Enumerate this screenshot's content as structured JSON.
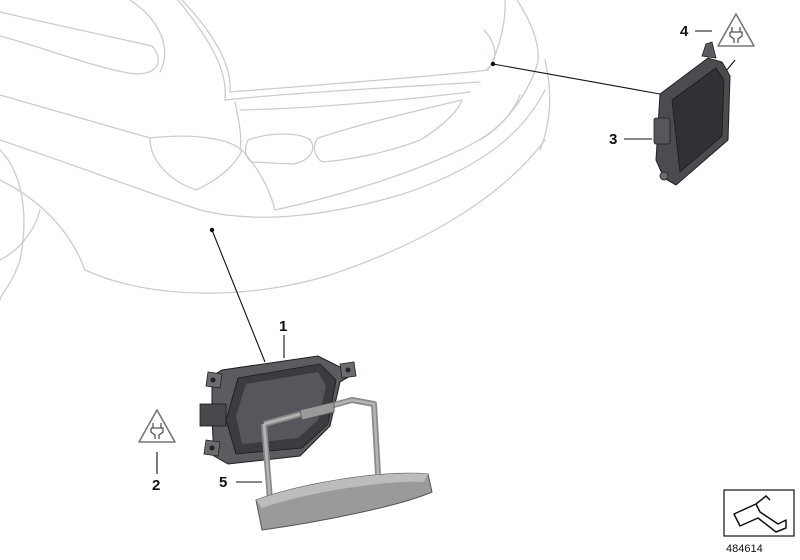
{
  "callouts": {
    "c1": "1",
    "c2": "2",
    "c3": "3",
    "c4": "4",
    "c5": "5"
  },
  "reference_number": "484614",
  "icons": {
    "connector_warning": "connector-warning-icon",
    "catalog_symbol": "catalog-arrow-icon"
  },
  "colors": {
    "car_outline": "#c9ccd0",
    "sensor_dark": "#3d3f43",
    "cover_grey": "#9a9a9a"
  }
}
